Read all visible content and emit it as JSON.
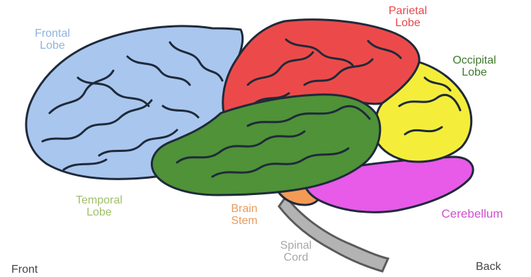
{
  "labels": {
    "frontal": [
      "Frontal",
      "Lobe"
    ],
    "parietal": [
      "Parietal",
      "Lobe"
    ],
    "occipital": [
      "Occipital",
      "Lobe"
    ],
    "temporal": [
      "Temporal",
      "Lobe"
    ],
    "brain_stem": [
      "Brain",
      "Stem"
    ],
    "cerebellum": "Cerebellum",
    "spinal_cord": [
      "Spinal",
      "Cord"
    ],
    "front": "Front",
    "back": "Back"
  },
  "colors": {
    "frontal": "#a9c6ee",
    "frontal_label": "#8fb3e0",
    "parietal": "#ec4a4a",
    "parietal_label": "#e8474a",
    "occipital": "#f4ee3a",
    "occipital_label": "#3f7a2e",
    "temporal": "#4f9238",
    "temporal_label": "#9fbf6a",
    "brain_stem": "#f39a55",
    "brain_stem_label": "#e99a5b",
    "cerebellum": "#e85ae8",
    "cerebellum_label": "#d04fd0",
    "spinal_cord": "#b3b3b3",
    "spinal_cord_label": "#a8a8a8",
    "outline": "#1f2a3a"
  }
}
